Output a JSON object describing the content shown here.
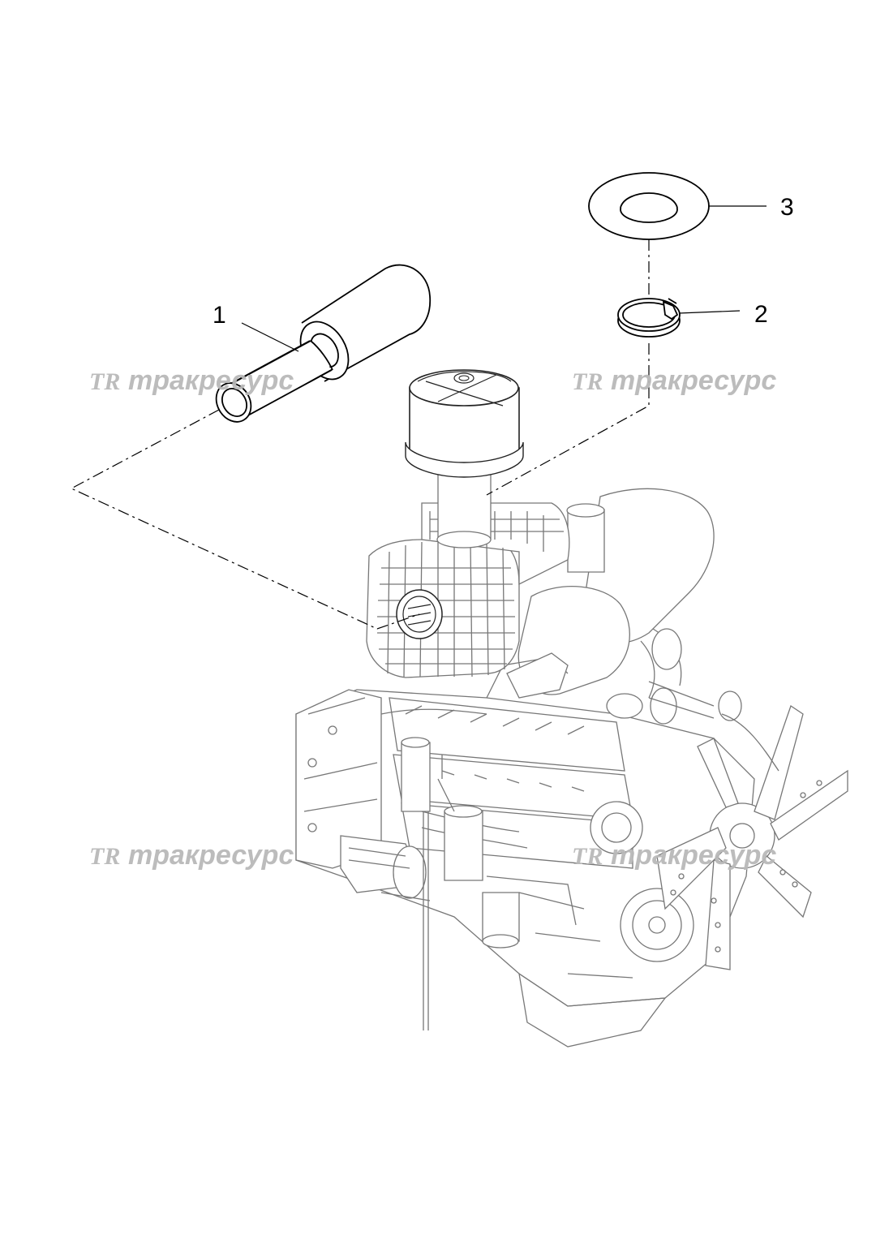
{
  "callouts": [
    {
      "number": "1"
    },
    {
      "number": "2"
    },
    {
      "number": "3"
    }
  ],
  "watermark": {
    "logo": "TR",
    "text": "тракресурс"
  },
  "colors": {
    "line": "#000000",
    "engine_line": "#777777",
    "watermark": "#b9b9b9"
  }
}
